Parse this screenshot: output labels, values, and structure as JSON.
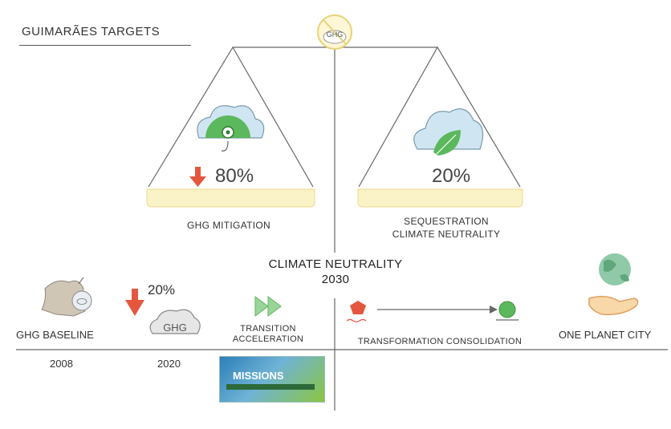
{
  "title": "GUIMARÃES TARGETS",
  "balance": {
    "center_icon": "GHG",
    "left": {
      "percent": "80%",
      "caption": "GHG MITIGATION",
      "icon": "cloud-gear-icon"
    },
    "right": {
      "percent": "20%",
      "caption_line1": "SEQUESTRATION",
      "caption_line2": "CLIMATE NEUTRALITY",
      "icon": "cloud-leaf-icon"
    }
  },
  "center_heading": {
    "line1": "CLIMATE NEUTRALITY",
    "line2": "2030"
  },
  "timeline": {
    "baseline_label": "GHG BASELINE",
    "year_2008": "2008",
    "reduction_percent": "20%",
    "cloud_label": "GHG",
    "year_2020": "2020",
    "transition_line1": "TRANSITION",
    "transition_line2": "ACCELERATION",
    "transformation_label": "TRANSFORMATION CONSOLIDATION",
    "goal_label": "ONE PLANET CITY"
  },
  "banner_text": "MISSIONS",
  "colors": {
    "red_arrow": "#e4573e",
    "green": "#5cb85c",
    "light_blue": "#cfe6f2",
    "pan_yellow": "#fbf3c8",
    "line": "#555555"
  }
}
